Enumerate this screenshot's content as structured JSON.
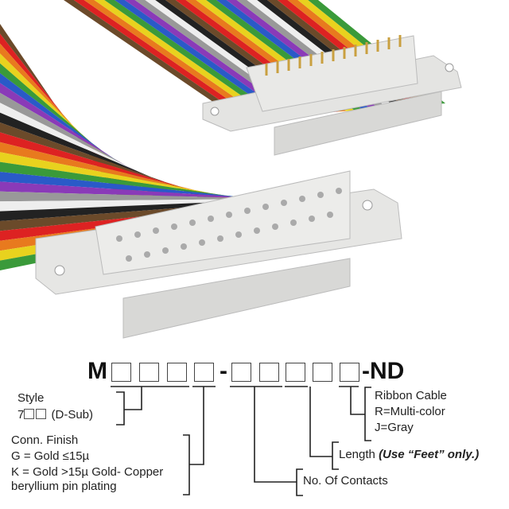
{
  "part_number": {
    "prefix": "M",
    "dash": "-",
    "suffix": "-ND"
  },
  "legend": {
    "style": {
      "title": "Style",
      "value_prefix": "7",
      "value_suffix": "(D-Sub)"
    },
    "finish": {
      "title": "Conn. Finish",
      "g": "G = Gold ≤15µ",
      "k": "K = Gold >15µ Gold- Copper",
      "k2": "beryllium pin plating"
    },
    "contacts": {
      "title": "No. Of Contacts"
    },
    "length": {
      "title": "Length",
      "note": "(Use “Feet” only.)"
    },
    "ribbon": {
      "title": "Ribbon Cable",
      "r": "R=Multi-color",
      "j": "J=Gray"
    }
  }
}
